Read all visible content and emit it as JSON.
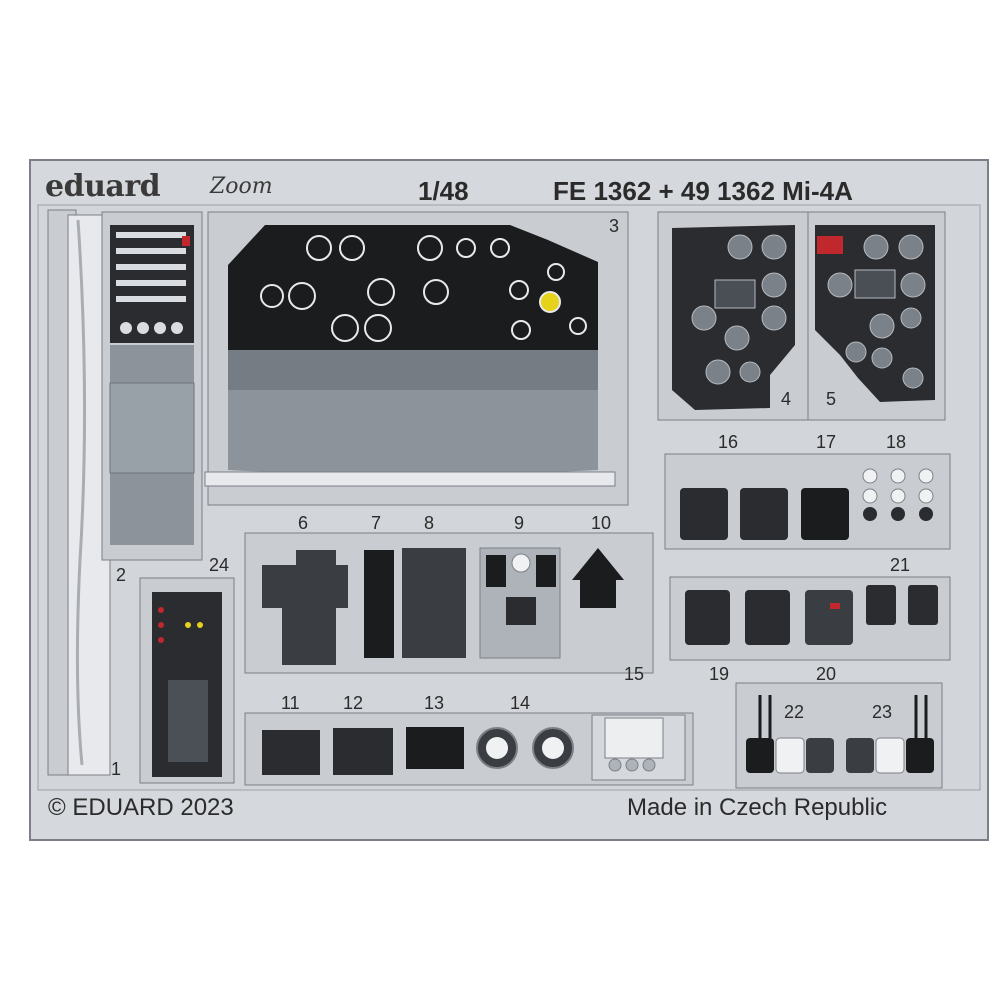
{
  "header": {
    "brand": "eduard",
    "brand_sub": "Zoom",
    "scale": "1/48",
    "product": "FE 1362 + 49 1362 Mi-4A"
  },
  "footer": {
    "copyright": "© EDUARD 2023",
    "origin": "Made in Czech Republic"
  },
  "part_numbers": [
    "1",
    "2",
    "3",
    "4",
    "5",
    "6",
    "7",
    "8",
    "9",
    "10",
    "11",
    "12",
    "13",
    "14",
    "15",
    "16",
    "17",
    "18",
    "19",
    "20",
    "21",
    "22",
    "23",
    "24"
  ],
  "colors": {
    "fret": "#d5d8dc",
    "panel": "#c9ccd1",
    "outline": "#7c8086",
    "instrument": "#1a1c1e",
    "grey_part": "#8d939b",
    "grey_light": "#aeb3ba",
    "red": "#c0282d",
    "yellow": "#e6d21a"
  }
}
